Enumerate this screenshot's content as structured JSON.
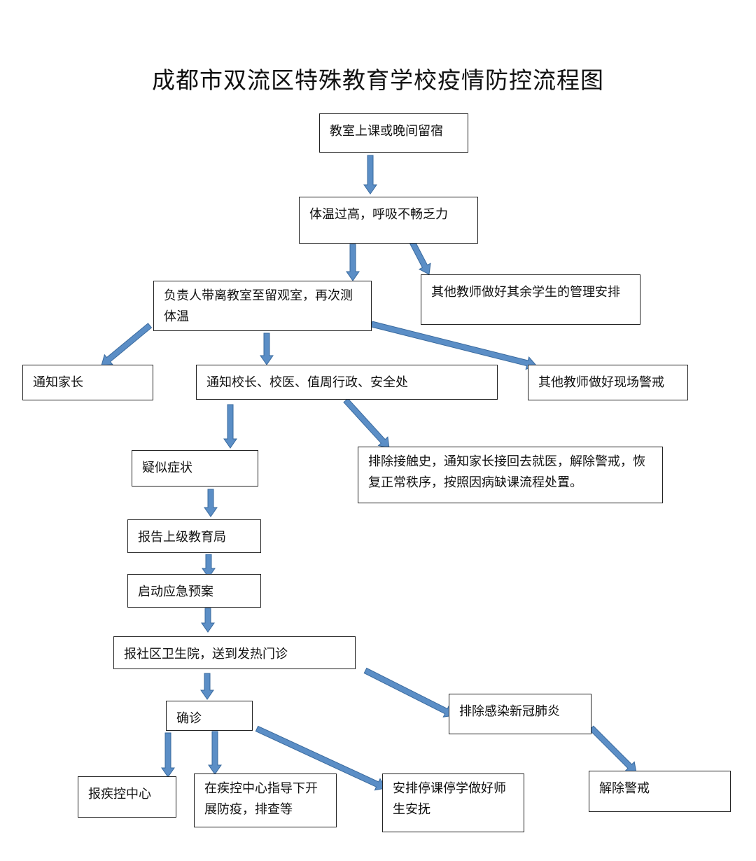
{
  "title": "成都市双流区特殊教育学校疫情防控流程图",
  "colors": {
    "arrow_fill": "#5b8ec6",
    "arrow_stroke": "#3a6a9e",
    "box_border": "#222222"
  },
  "nodes": {
    "classroom": "教室上课或晚间留宿",
    "symptoms": "体温过高，呼吸不畅乏力",
    "other_teachers_students": "其他教师做好其余学生的管理安排",
    "retest": "负责人带离教室至留观室，再次测体温",
    "notify_parents": "通知家长",
    "notify_principal": "通知校长、校医、值周行政、安全处",
    "other_teachers_alert": "其他教师做好现场警戒",
    "suspected": "疑似症状",
    "exclude_contact": "排除接触史，通知家长接回去就医，解除警戒，恢复正常秩序，按照因病缺课流程处置。",
    "report_bureau": "报告上级教育局",
    "emergency_plan": "启动应急预案",
    "clinic": "报社区卫生院，送到发热门诊",
    "excluded_covid": "排除感染新冠肺炎",
    "confirmed": "确诊",
    "lift_alert": "解除警戒",
    "report_cdc": "报疾控中心",
    "prevention": "在疾控中心指导下开展防疫，排查等",
    "suspend_classes": "安排停课停学做好师生安抚"
  }
}
